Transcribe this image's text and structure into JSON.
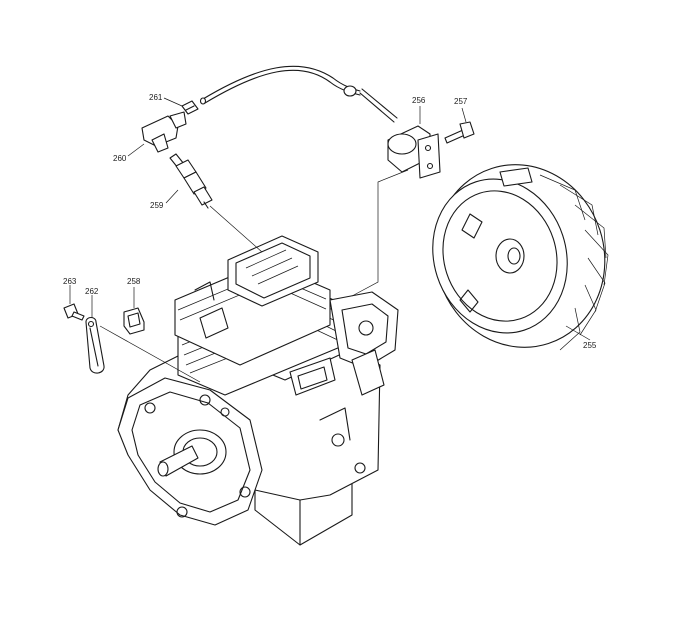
{
  "callouts": {
    "p255": "255",
    "p256": "256",
    "p257": "257",
    "p258": "258",
    "p259": "259",
    "p260": "260",
    "p261": "261",
    "p262": "262",
    "p263": "263"
  },
  "colors": {
    "line": "#1a1a1a",
    "background": "#ffffff"
  }
}
